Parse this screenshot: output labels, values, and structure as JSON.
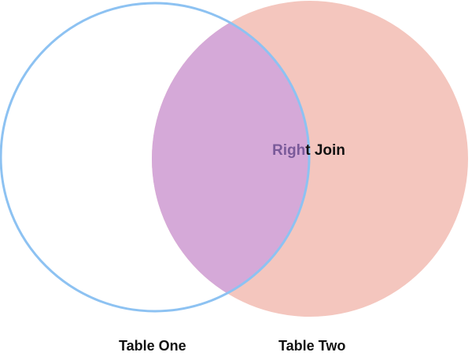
{
  "diagram": {
    "type": "venn",
    "center_label": {
      "part_a": "Righ",
      "part_b": "t Join"
    },
    "sets": [
      {
        "label": "Table One"
      },
      {
        "label": "Table Two"
      }
    ],
    "colors": {
      "left_outline": "#8dc2f2",
      "right_fill": "#f4c6be",
      "overlap_fill": "#d5a9d8",
      "label_part_a": "#7a5a9a",
      "label_part_b": "#111111"
    }
  }
}
